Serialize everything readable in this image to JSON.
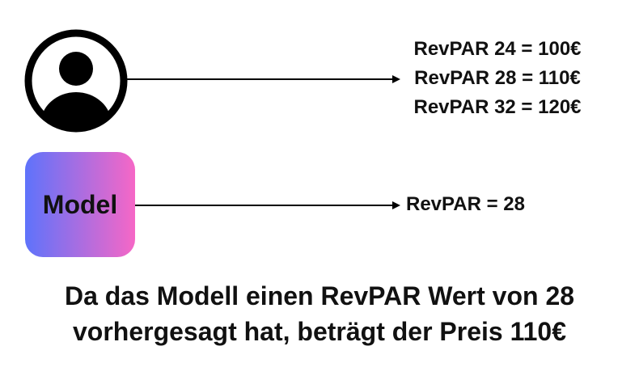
{
  "diagram": {
    "user": {
      "icon": "user-avatar-icon",
      "revpar_values": [
        "RevPAR 24 = 100€",
        "RevPAR 28 = 110€",
        "RevPAR 32 = 120€"
      ]
    },
    "model": {
      "label": "Model",
      "prediction": "RevPAR = 28",
      "gradient_colors": [
        "#5e73fb",
        "#f667c6"
      ]
    },
    "caption": {
      "line1": "Da das Modell einen RevPAR Wert von 28",
      "line2": "vorhergesagt hat, beträgt der Preis 110€"
    }
  }
}
